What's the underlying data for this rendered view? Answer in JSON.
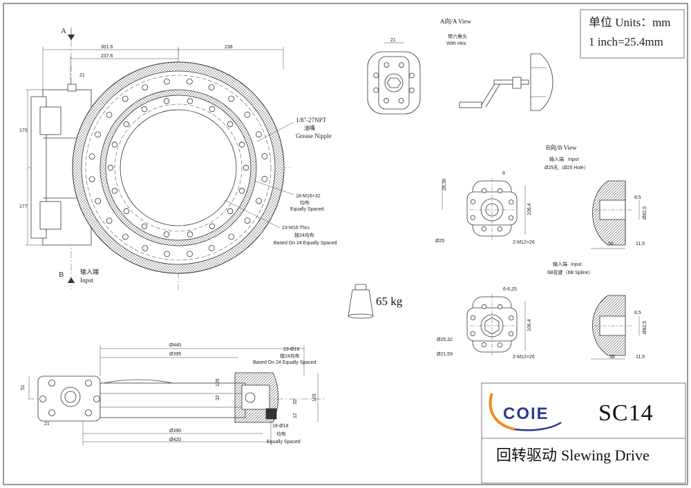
{
  "units_box": {
    "line1": "单位 Units：mm",
    "line2": "1 inch=25.4mm"
  },
  "title_block": {
    "logo_text": "COIE",
    "model": "SC14",
    "name_cn": "回转驱动",
    "name_en": "Slewing Drive",
    "colors": {
      "logo_blue": "#2b3a8f",
      "logo_orange": "#f08a1c"
    }
  },
  "weight": "65 kg",
  "main_view": {
    "section_a": "A",
    "section_b": "B",
    "dim_301_6": "301.6",
    "dim_237_6": "237.6",
    "dim_238": "238",
    "dim_21": "21",
    "dim_170": "170",
    "dim_177": "177",
    "input_cn": "输入端",
    "input_en": "Input",
    "grease_npt": "1/8\"-27NPT",
    "grease_cn": "油嘴",
    "grease_en": "Grease Nipple",
    "holes_18": "18-M16×32",
    "holes_18_cn": "均布",
    "holes_18_en": "Equally Spaced",
    "holes_23": "23-M16 Thru",
    "holes_23_cn": "按24均布",
    "holes_23_en": "Based On 24 Equally Spaced"
  },
  "a_view": {
    "title": "A向/A View",
    "hex_cn": "带六角头",
    "hex_en": "With Hex",
    "dim_21": "21"
  },
  "b_view": {
    "title": "B向/B View",
    "input1_cn": "输入端",
    "input1_en": "Input",
    "input1_hole": "Ø25孔（Ø25 Hole）",
    "d_28_3": "28,30",
    "d_8": "8",
    "d_106_4": "106,4",
    "d_25": "Ø25",
    "bolts": "2-M12×26",
    "d_8_5": "8,5",
    "d_82_5": "Ø82,5",
    "d_56": "56",
    "d_11_5": "11,5",
    "input2_cn": "输入端",
    "input2_en": "Input",
    "input2_spline": "6B花键（6B Spline）",
    "d_6_6_25": "6-6,25",
    "d_106_4b": "106,4",
    "d_25_32": "Ø25,32",
    "d_21_59": "Ø21,59",
    "bolts2": "2-M12×26",
    "d_8_5b": "8,5",
    "d_82_5b": "Ø82,5",
    "d_38": "38",
    "d_11_5b": "11,5"
  },
  "section_view": {
    "d_440": "Ø440",
    "d_395": "Ø395",
    "holes_23_18": "23-Ø18",
    "holes_23_18_cn": "按24均布",
    "holes_23_18_en": "Based On 24 Equally Spaced",
    "d_51": "51",
    "d_21": "21",
    "d_126": "126",
    "d_32": "32",
    "d_103": "103",
    "d_32b": "32",
    "d_12": "12",
    "d_390": "Ø390",
    "d_420": "Ø420",
    "holes_18_18": "18-Ø18",
    "holes_18_18_cn": "均布",
    "holes_18_18_en": "Equally Spaced"
  }
}
